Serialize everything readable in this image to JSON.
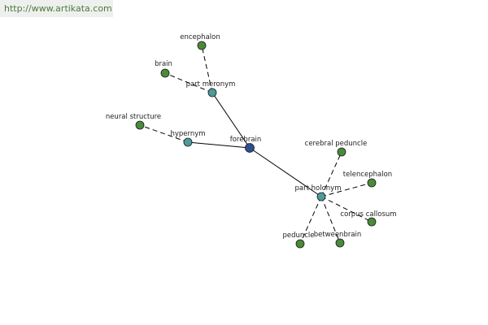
{
  "site": {
    "url": "http://www.artikata.com"
  },
  "graph": {
    "colors": {
      "center": "#2f4f8f",
      "relation": "#4f9a9a",
      "term": "#4a8a3a",
      "edge": "#000000"
    },
    "nodes": [
      {
        "id": "forebrain",
        "label": "forebrain",
        "kind": "center"
      },
      {
        "id": "part-meronym",
        "label": "part meronym",
        "kind": "relation"
      },
      {
        "id": "hypernym",
        "label": "hypernym",
        "kind": "relation"
      },
      {
        "id": "part-holonym",
        "label": "part holonym",
        "kind": "relation"
      },
      {
        "id": "encephalon",
        "label": "encephalon",
        "kind": "term"
      },
      {
        "id": "brain",
        "label": "brain",
        "kind": "term"
      },
      {
        "id": "neural-structure",
        "label": "neural structure",
        "kind": "term"
      },
      {
        "id": "cerebral-peduncle",
        "label": "cerebral peduncle",
        "kind": "term"
      },
      {
        "id": "telencephalon",
        "label": "telencephalon",
        "kind": "term"
      },
      {
        "id": "corpus-callosum",
        "label": "corpus callosum",
        "kind": "term"
      },
      {
        "id": "peduncle",
        "label": "peduncle",
        "kind": "term"
      },
      {
        "id": "betweenbrain",
        "label": "betweenbrain",
        "kind": "term"
      }
    ],
    "edges": [
      {
        "from": "forebrain",
        "to": "part-meronym",
        "style": "solid"
      },
      {
        "from": "forebrain",
        "to": "hypernym",
        "style": "solid"
      },
      {
        "from": "forebrain",
        "to": "part-holonym",
        "style": "solid"
      },
      {
        "from": "part-meronym",
        "to": "encephalon",
        "style": "dashed"
      },
      {
        "from": "part-meronym",
        "to": "brain",
        "style": "dashed"
      },
      {
        "from": "hypernym",
        "to": "neural-structure",
        "style": "dashed"
      },
      {
        "from": "part-holonym",
        "to": "cerebral-peduncle",
        "style": "dashed"
      },
      {
        "from": "part-holonym",
        "to": "telencephalon",
        "style": "dashed"
      },
      {
        "from": "part-holonym",
        "to": "corpus-callosum",
        "style": "dashed"
      },
      {
        "from": "part-holonym",
        "to": "peduncle",
        "style": "dashed"
      },
      {
        "from": "part-holonym",
        "to": "betweenbrain",
        "style": "dashed"
      }
    ]
  }
}
